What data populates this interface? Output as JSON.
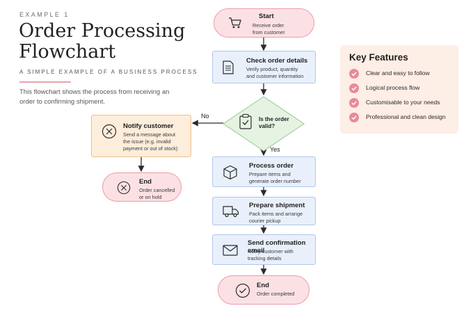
{
  "header": {
    "eyebrow": "EXAMPLE 1",
    "title_line1": "Order Processing",
    "title_line2": "Flowchart",
    "subtitle": "A SIMPLE EXAMPLE OF A BUSINESS PROCESS",
    "description": "This flowchart shows the process from receiving an order to confirming shipment."
  },
  "flow": {
    "start": {
      "title": "Start",
      "desc_line1": "Receive order",
      "desc_line2": "from customer",
      "icon": "shopping-cart-icon"
    },
    "check": {
      "title": "Check order details",
      "desc_line1": "Verify product, quantity",
      "desc_line2": "and customer information",
      "icon": "document-icon"
    },
    "decision": {
      "line1": "Is the order",
      "line2": "valid?",
      "icon": "clipboard-check-icon"
    },
    "yes_label": "Yes",
    "no_label": "No",
    "notify": {
      "title": "Notify customer",
      "desc_line1": "Send a message about",
      "desc_line2": "the issue (e.g. invalid",
      "desc_line3": "payment or out of stock)",
      "icon": "x-circle-icon"
    },
    "end_cancel": {
      "title": "End",
      "desc_line1": "Order cancelled",
      "desc_line2": "or on hold",
      "icon": "x-circle-icon"
    },
    "process": {
      "title": "Process order",
      "desc_line1": "Prepare items and",
      "desc_line2": "generate order number",
      "icon": "box-icon"
    },
    "ship": {
      "title": "Prepare shipment",
      "desc_line1": "Pack items and arrange",
      "desc_line2": "courier pickup",
      "icon": "truck-icon"
    },
    "email": {
      "title": "Send confirmation email",
      "desc_line1": "Notify customer with",
      "desc_line2": "tracking details",
      "icon": "envelope-icon"
    },
    "end_done": {
      "title": "End",
      "desc_line1": "Order completed",
      "icon": "check-circle-icon"
    }
  },
  "features": {
    "title": "Key Features",
    "items": [
      "Clear and easy to follow",
      "Logical process flow",
      "Customisable to your needs",
      "Professional and clean design"
    ]
  },
  "colors": {
    "terminal_fill": "#fbe1e4",
    "terminal_border": "#ef9aa7",
    "process_fill": "#e9f0fb",
    "process_border": "#b1c6e8",
    "decision_fill": "#e6f3e3",
    "decision_border": "#a9d3a0",
    "notify_fill": "#fdeddb",
    "notify_border": "#efbf8a",
    "features_bg": "#fdeee6",
    "check_accent": "#e98a98"
  }
}
